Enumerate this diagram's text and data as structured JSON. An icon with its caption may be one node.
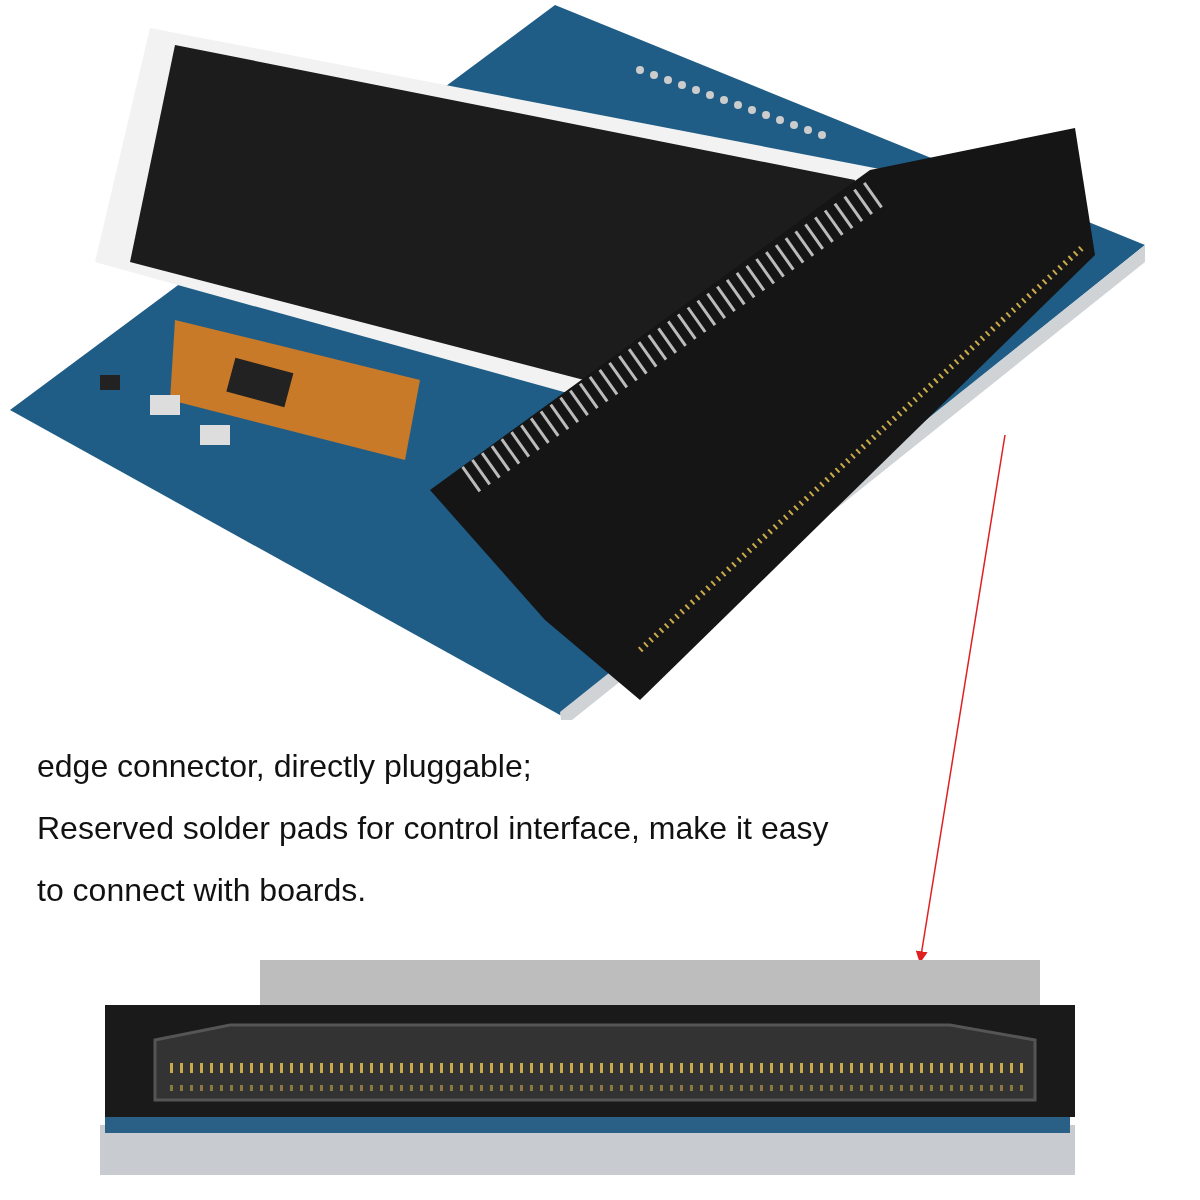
{
  "diagram": {
    "nodes": [
      {
        "text": [],
        "shape": "picture"
      },
      {
        "text": [],
        "shape": "picture"
      }
    ],
    "edges": [
      {
        "from": 0,
        "to": 1,
        "arrow": "to",
        "color": "#e02020"
      }
    ],
    "labels": [
      "edge connector, directly pluggable;",
      "Reserved solder pads for control interface, make it easy to connect with boards."
    ]
  }
}
